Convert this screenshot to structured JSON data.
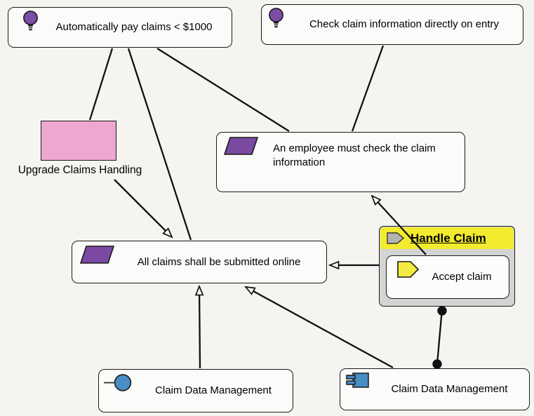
{
  "diagram": {
    "background_color": "#F5F4F1",
    "colors": {
      "purple": "#7B4DA4",
      "pink": "#EEA7D0",
      "yellow_header": "#F3EB2E",
      "yellow_icon": "#F3EC40",
      "container_gray": "#D4D4D4",
      "icon_gray": "#B3B3B3",
      "blue": "#4A8CC6",
      "line": "#111111",
      "node_fill": "#FBFBF9"
    },
    "nodes": {
      "principle_auto_pay": {
        "label": "Automatically pay claims < $1000",
        "icon": "lightbulb-icon"
      },
      "principle_check_entry": {
        "label": "Check claim information directly on entry",
        "icon": "lightbulb-icon"
      },
      "work_package": {
        "label": "Upgrade Claims Handling"
      },
      "req_employee_check": {
        "label": "An employee must check the claim information",
        "icon": "requirement-icon"
      },
      "req_online": {
        "label": "All claims shall be submitted online",
        "icon": "requirement-icon"
      },
      "handle_claim_group": {
        "label": "Handle Claim",
        "icon": "process-arrow-icon"
      },
      "accept_claim": {
        "label": "Accept claim",
        "icon": "process-arrow-icon"
      },
      "interface_cdm": {
        "label": "Claim Data Management",
        "icon": "interface-icon"
      },
      "component_cdm": {
        "label": "Claim Data Management",
        "icon": "component-icon"
      }
    },
    "edges": [
      {
        "from": "principle_auto_pay",
        "to": "work_package",
        "style": "plain-line"
      },
      {
        "from": "principle_auto_pay",
        "to": "req_online",
        "style": "plain-line"
      },
      {
        "from": "principle_auto_pay",
        "to": "req_employee_check",
        "style": "plain-line"
      },
      {
        "from": "principle_check_entry",
        "to": "req_employee_check",
        "style": "plain-line"
      },
      {
        "from": "work_package",
        "to": "req_online",
        "style": "open-arrow"
      },
      {
        "from": "accept_claim",
        "to": "req_employee_check",
        "style": "open-arrow"
      },
      {
        "from": "handle_claim_group",
        "to": "req_online",
        "style": "open-arrow"
      },
      {
        "from": "interface_cdm",
        "to": "req_online",
        "style": "open-arrow"
      },
      {
        "from": "component_cdm",
        "to": "req_online",
        "style": "open-arrow"
      },
      {
        "from": "handle_claim_group",
        "to": "component_cdm",
        "style": "line-with-junction-dots"
      }
    ]
  }
}
